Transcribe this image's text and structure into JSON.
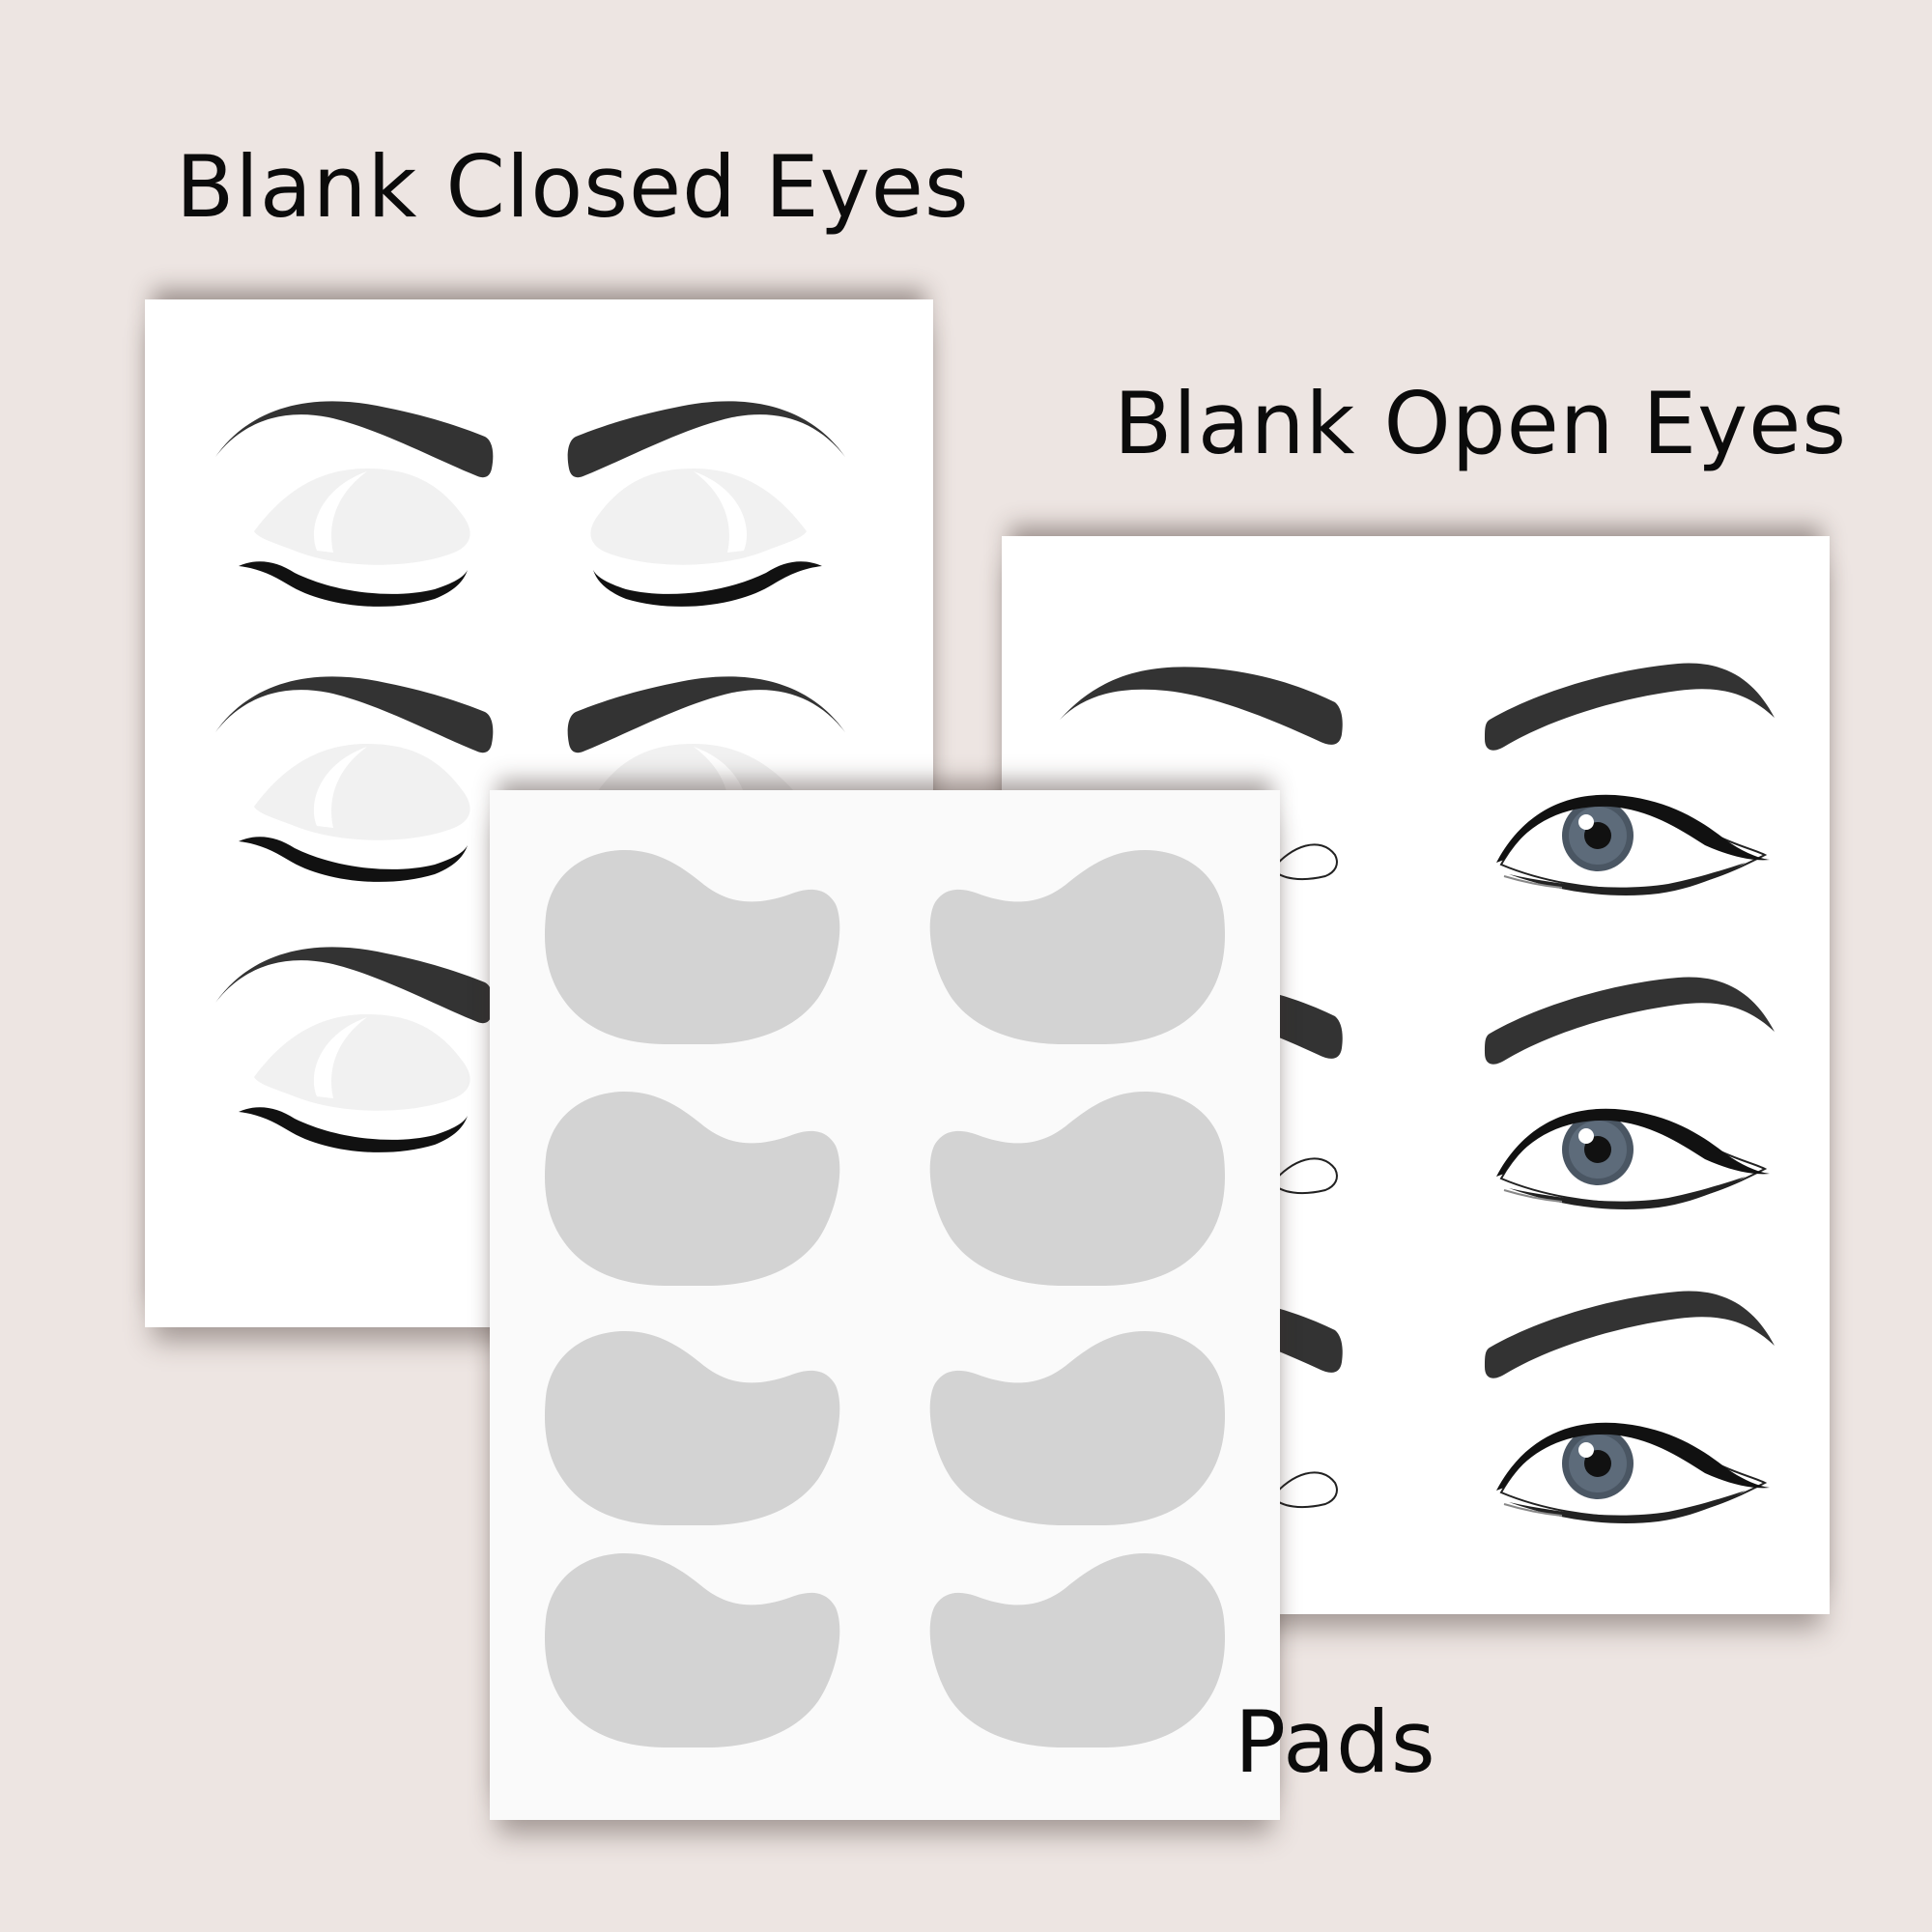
{
  "labels": {
    "closed_eyes": "Blank Closed Eyes",
    "open_eyes": "Blank Open Eyes",
    "pads": "Pads"
  },
  "sheets": {
    "closed_eyes": {
      "rows": 3,
      "eyes_per_row": 2
    },
    "open_eyes": {
      "rows": 3,
      "eyes_per_row": 2
    },
    "pads": {
      "rows": 4,
      "pads_per_row": 2
    }
  },
  "colors": {
    "background": "#ede5e2",
    "sheet": "#ffffff",
    "brow": "#333333",
    "lash_line": "#111111",
    "lid_shade": "#f0f0f0",
    "iris": "#4a5663",
    "pad": "#d3d3d3",
    "text": "#0b0b0b"
  }
}
